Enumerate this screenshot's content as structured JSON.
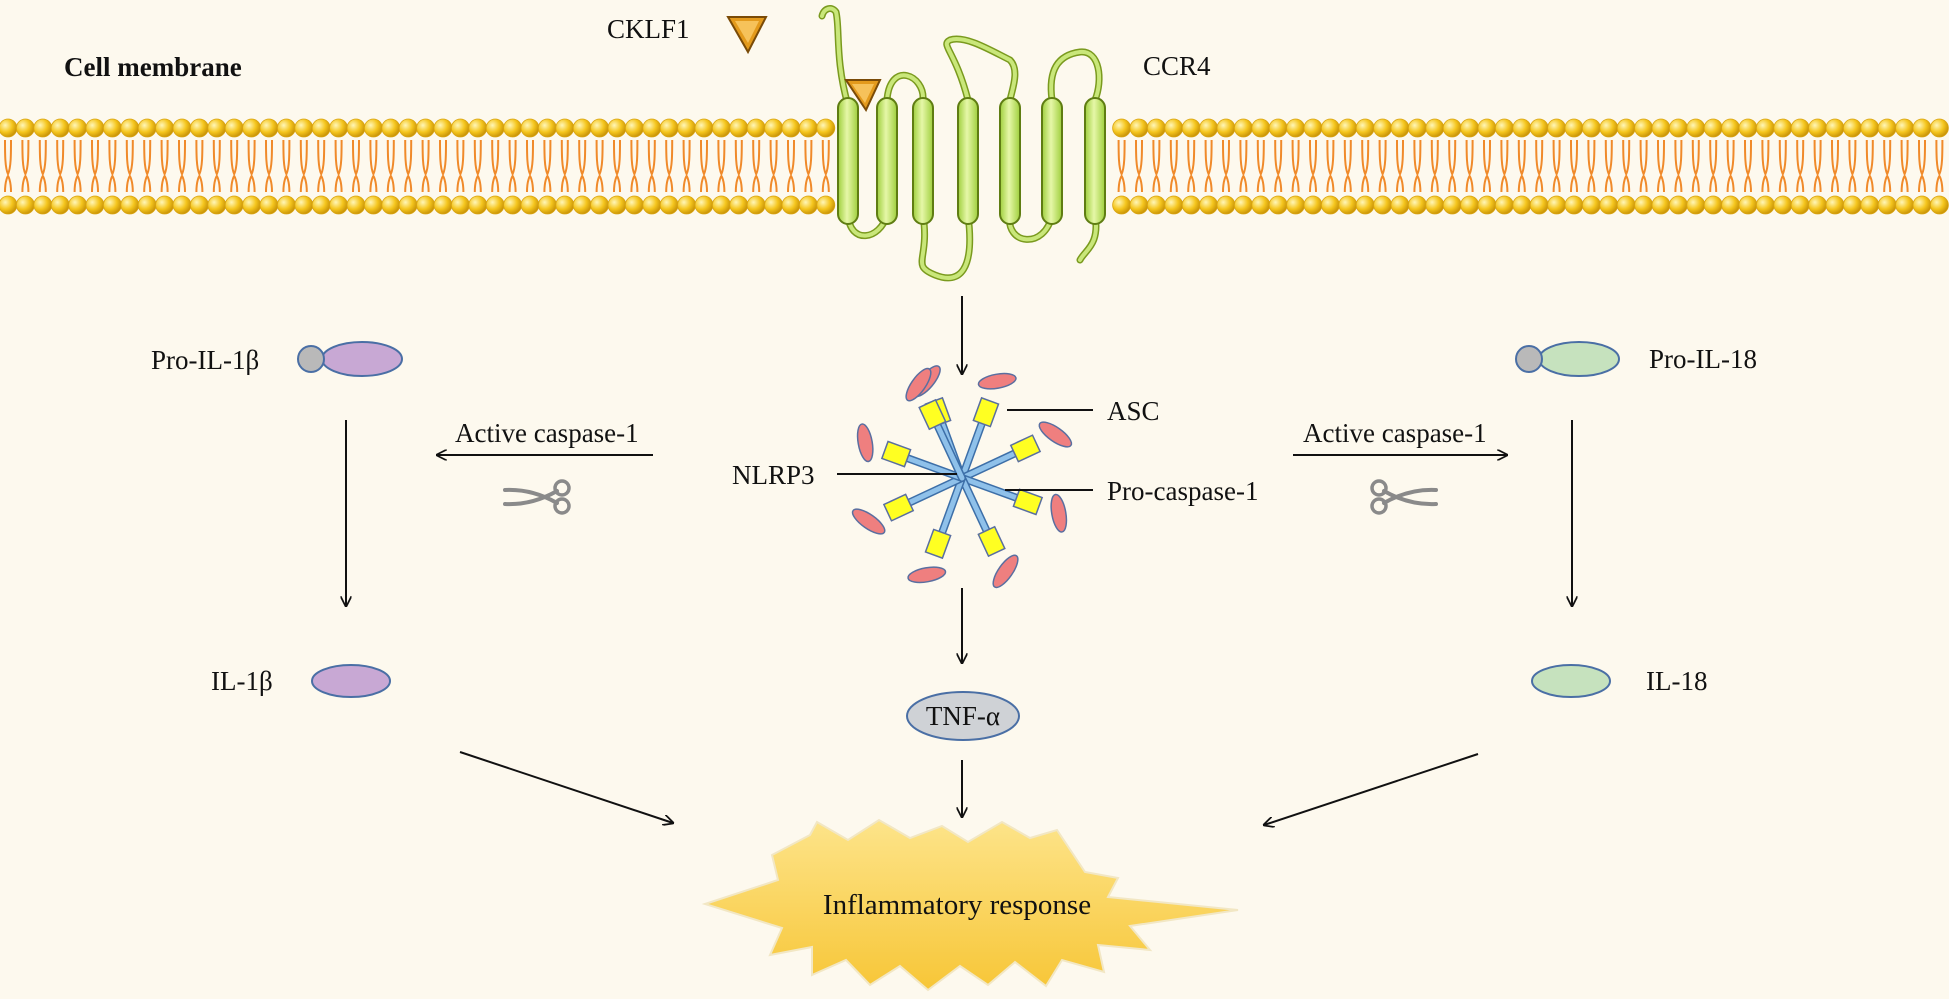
{
  "labels": {
    "cell_membrane": "Cell membrane",
    "ligand": "CKLF1",
    "receptor": "CCR4",
    "pro_il1b": "Pro-IL-1β",
    "pro_il18": "Pro-IL-18",
    "active_caspase_left": "Active caspase-1",
    "active_caspase_right": "Active caspase-1",
    "asc": "ASC",
    "nlrp3": "NLRP3",
    "pro_caspase": "Pro-caspase-1",
    "il1b": "IL-1β",
    "il18": "IL-18",
    "tnf": "TNF-α",
    "inflammatory": "Inflammatory response"
  },
  "colors": {
    "background": "#fdf9ee",
    "lipid_head": "#f3c21d",
    "lipid_tail": "#f08a2a",
    "receptor_helix": "#c9e77a",
    "receptor_outline": "#7a9a1e",
    "ligand": "#e39a1c",
    "il1b_purple": "#c8a8d4",
    "il18_green": "#c6e2be",
    "prodomain_gray": "#b9b9b9",
    "asc_red": "#ef7f7f",
    "caspase_yellow": "#ffff22",
    "nlrp3_blue": "#7fb3dd",
    "tnf_gray": "#cfd2d6",
    "burst_yellow": "#fbd451",
    "scissors_gray": "#8a8a8a"
  },
  "icons": [
    "ligand-triangle-icon",
    "scissors-icon",
    "scissors-icon",
    "starburst-icon"
  ]
}
